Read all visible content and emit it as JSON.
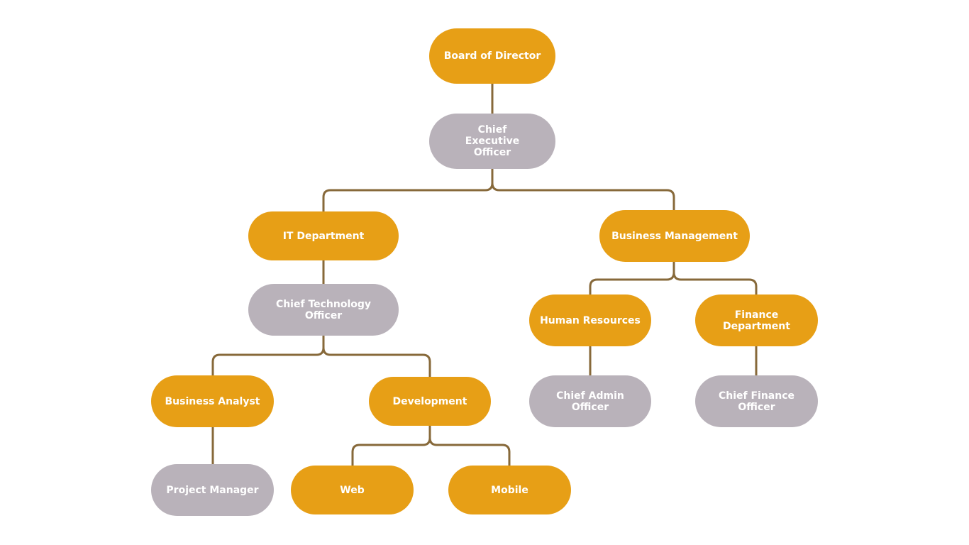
{
  "colors": {
    "gold": "#e79f16",
    "gray": "#b9b2ba",
    "connector": "#87693a",
    "background": "#ffffff"
  },
  "org_chart": {
    "board": {
      "label": "Board of Director"
    },
    "ceo": {
      "label": "Chief Executive Officer"
    },
    "it_department": {
      "label": "IT Department"
    },
    "cto": {
      "label": "Chief Technology Officer"
    },
    "business_analyst": {
      "label": "Business Analyst"
    },
    "project_manager": {
      "label": "Project Manager"
    },
    "development": {
      "label": "Development"
    },
    "web": {
      "label": "Web"
    },
    "mobile": {
      "label": "Mobile"
    },
    "business_management": {
      "label": "Business Management"
    },
    "human_resources": {
      "label": "Human Resources"
    },
    "cao": {
      "label": "Chief Admin Officer"
    },
    "finance_department": {
      "label": "Finance Department"
    },
    "cfo": {
      "label": "Chief Finance Officer"
    }
  }
}
